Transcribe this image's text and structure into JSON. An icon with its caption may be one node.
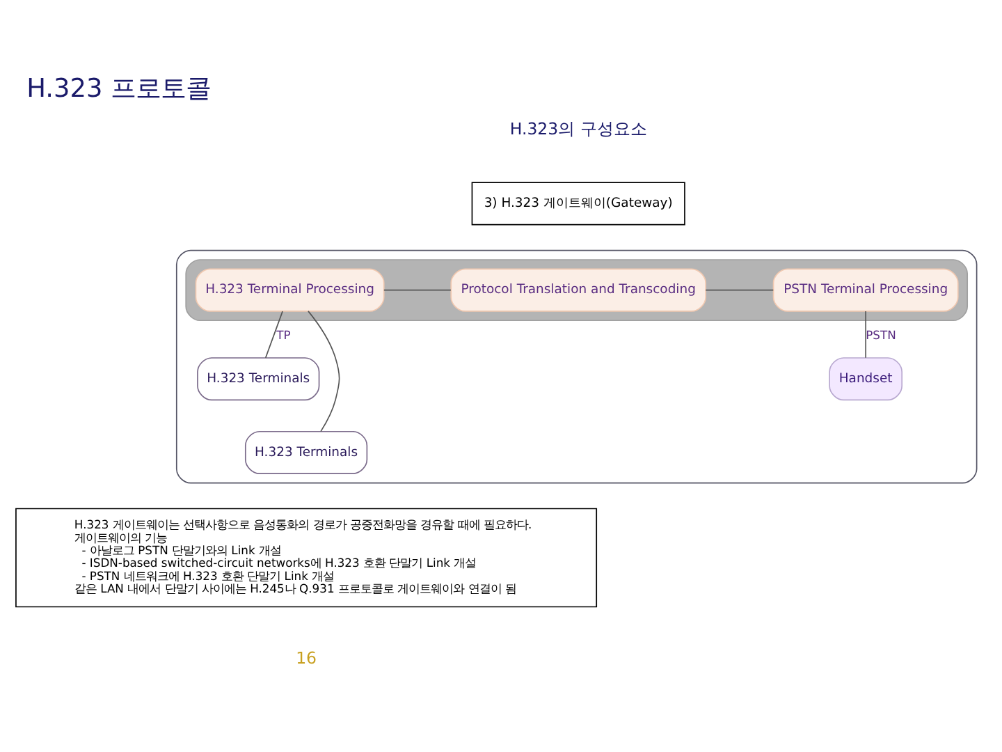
{
  "diagram": {
    "title": "H.323 프로토콜",
    "nodes": [
      {
        "text": [
          "3) H.323 게이트웨이(Gateway)"
        ]
      },
      {
        "text": [],
        "shape": "box"
      },
      {
        "text": [],
        "shape": "box",
        "in": 1
      },
      {
        "text": [
          "H.323 Terminal Processing"
        ],
        "in": 2
      },
      {
        "text": [
          "Protocol Translation and Transcoding"
        ],
        "in": 2
      },
      {
        "text": [
          "PSTN Terminal Processing"
        ],
        "in": 2
      },
      {
        "text": [
          "H.323 Terminals"
        ],
        "in": 1
      },
      {
        "text": [
          "H.323 Terminals"
        ],
        "in": 1
      },
      {
        "text": [
          "Handset"
        ],
        "in": 1
      },
      {
        "text": [
          "H.323 게이트웨이는 선택사항으로 음성통화의 경로가 공중전화망을 경유할 때에 필요하다.",
          "게이트웨이의 기능",
          "- 아날로그 PSTN 단말기와의 Link 개설",
          "- ISDN-based switched-circuit networks에 H.323 호환 단말기 Link 개설",
          "- PSTN 네트워크에 H.323 호환 단말기 Link 개설",
          "같은 LAN 내에서 단말기 사이에는 H.245나 Q.931 프로토콜로 게이트웨이와 연결이 됨"
        ]
      }
    ],
    "edges": [
      {
        "from": 3,
        "to": 4,
        "arrow": "none"
      },
      {
        "from": 4,
        "to": 5,
        "arrow": "none"
      },
      {
        "from": 3,
        "to": 6,
        "arrow": "none",
        "label": "TP"
      },
      {
        "from": 3,
        "to": 7,
        "arrow": "none"
      },
      {
        "from": 5,
        "to": 8,
        "arrow": "none",
        "label": "PSTN"
      }
    ],
    "labels": [
      "H.323의 구성요소",
      "16"
    ]
  }
}
